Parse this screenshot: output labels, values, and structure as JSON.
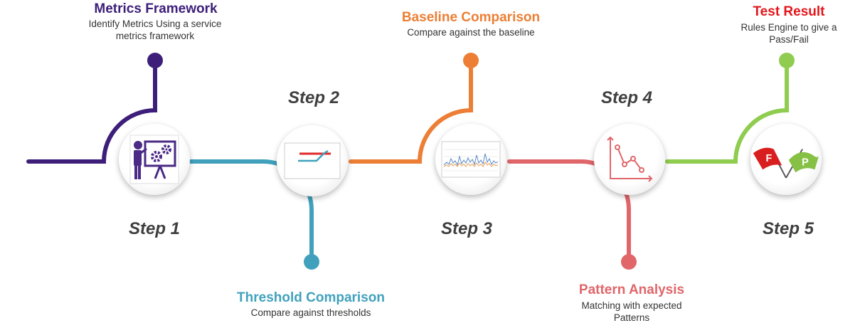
{
  "colors": {
    "step1": "#3d1f7a",
    "step2": "#41a1bd",
    "step3": "#ec7f35",
    "step4": "#e0666a",
    "step5": "#8fcc4f",
    "test_result_title": "#e3161b"
  },
  "steps": [
    {
      "label": "Step 1",
      "title": "Metrics Framework",
      "description": "Identify Metrics Using a service metrics framework",
      "icon": "presentation-gears-icon"
    },
    {
      "label": "Step 2",
      "title": "Threshold Comparison",
      "description": "Compare against thresholds",
      "icon": "threshold-chart-icon"
    },
    {
      "label": "Step 3",
      "title": "Baseline Comparison",
      "description": "Compare against the baseline",
      "icon": "baseline-graph-icon"
    },
    {
      "label": "Step 4",
      "title": "Pattern Analysis",
      "description": "Matching with expected Patterns",
      "icon": "pattern-chart-icon"
    },
    {
      "label": "Step 5",
      "title": "Test Result",
      "description": "Rules Engine to give a Pass/Fail",
      "icon": "pass-fail-flags-icon",
      "flags": {
        "fail": "F",
        "pass": "P"
      }
    }
  ]
}
